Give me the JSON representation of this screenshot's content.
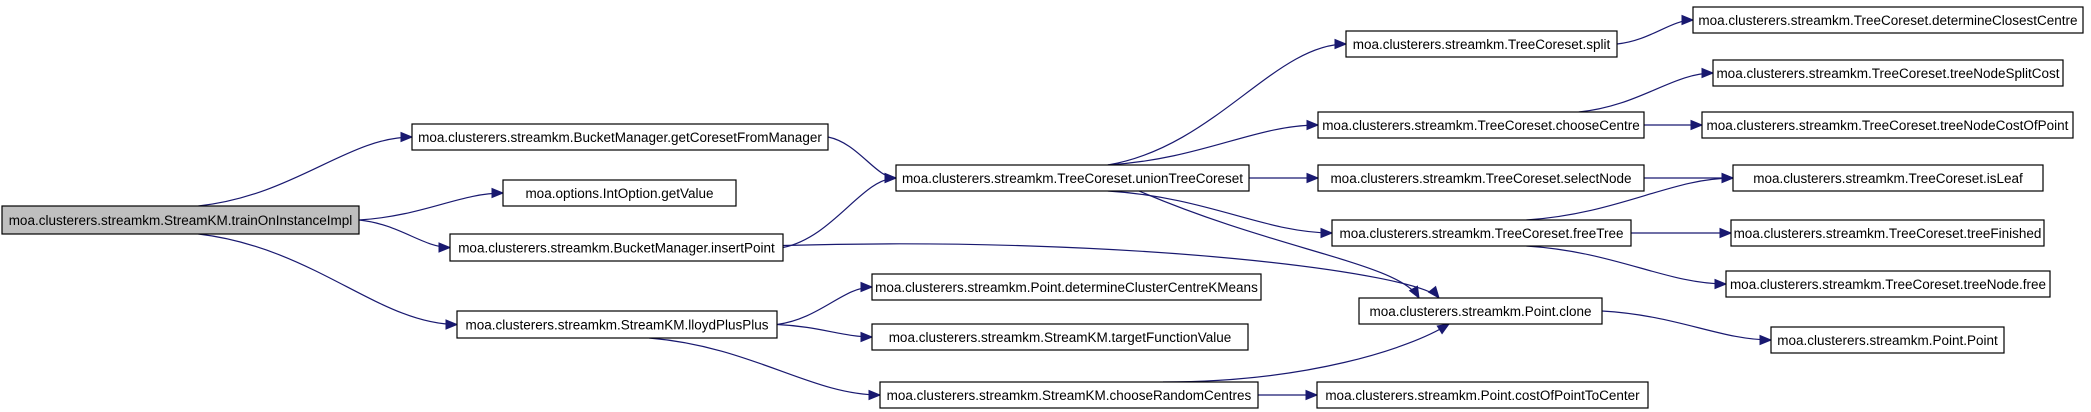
{
  "diagram": {
    "colors": {
      "edge": "#191970",
      "root_fill": "#bfbfbf",
      "node_fill": "#ffffff",
      "border": "#000000"
    },
    "nodes": [
      {
        "id": "n0",
        "label": "moa.clusterers.streamkm.StreamKM.trainOnInstanceImpl",
        "highlighted": true
      },
      {
        "id": "n1",
        "label": "moa.clusterers.streamkm.BucketManager.getCoresetFromManager"
      },
      {
        "id": "n2",
        "label": "moa.options.IntOption.getValue"
      },
      {
        "id": "n3",
        "label": "moa.clusterers.streamkm.BucketManager.insertPoint"
      },
      {
        "id": "n4",
        "label": "moa.clusterers.streamkm.StreamKM.lloydPlusPlus"
      },
      {
        "id": "n5",
        "label": "moa.clusterers.streamkm.TreeCoreset.unionTreeCoreset"
      },
      {
        "id": "n6",
        "label": "moa.clusterers.streamkm.Point.determineClusterCentreKMeans"
      },
      {
        "id": "n7",
        "label": "moa.clusterers.streamkm.StreamKM.targetFunctionValue"
      },
      {
        "id": "n8",
        "label": "moa.clusterers.streamkm.StreamKM.chooseRandomCentres"
      },
      {
        "id": "n9",
        "label": "moa.clusterers.streamkm.TreeCoreset.split"
      },
      {
        "id": "n10",
        "label": "moa.clusterers.streamkm.TreeCoreset.chooseCentre"
      },
      {
        "id": "n11",
        "label": "moa.clusterers.streamkm.TreeCoreset.selectNode"
      },
      {
        "id": "n12",
        "label": "moa.clusterers.streamkm.TreeCoreset.freeTree"
      },
      {
        "id": "n13",
        "label": "moa.clusterers.streamkm.Point.clone"
      },
      {
        "id": "n14",
        "label": "moa.clusterers.streamkm.Point.costOfPointToCenter"
      },
      {
        "id": "n15",
        "label": "moa.clusterers.streamkm.TreeCoreset.determineClosestCentre"
      },
      {
        "id": "n16",
        "label": "moa.clusterers.streamkm.TreeCoreset.treeNodeSplitCost"
      },
      {
        "id": "n17",
        "label": "moa.clusterers.streamkm.TreeCoreset.treeNodeCostOfPoint"
      },
      {
        "id": "n18",
        "label": "moa.clusterers.streamkm.TreeCoreset.isLeaf"
      },
      {
        "id": "n19",
        "label": "moa.clusterers.streamkm.TreeCoreset.treeFinished"
      },
      {
        "id": "n20",
        "label": "moa.clusterers.streamkm.TreeCoreset.treeNode.free"
      },
      {
        "id": "n21",
        "label": "moa.clusterers.streamkm.Point.Point"
      }
    ],
    "edges": [
      {
        "from": "n0",
        "to": "n1"
      },
      {
        "from": "n0",
        "to": "n2"
      },
      {
        "from": "n0",
        "to": "n3"
      },
      {
        "from": "n0",
        "to": "n4"
      },
      {
        "from": "n1",
        "to": "n5"
      },
      {
        "from": "n3",
        "to": "n5"
      },
      {
        "from": "n3",
        "to": "n13"
      },
      {
        "from": "n4",
        "to": "n6"
      },
      {
        "from": "n4",
        "to": "n7"
      },
      {
        "from": "n4",
        "to": "n8"
      },
      {
        "from": "n5",
        "to": "n9"
      },
      {
        "from": "n5",
        "to": "n10"
      },
      {
        "from": "n5",
        "to": "n11"
      },
      {
        "from": "n5",
        "to": "n12"
      },
      {
        "from": "n5",
        "to": "n13"
      },
      {
        "from": "n8",
        "to": "n13"
      },
      {
        "from": "n8",
        "to": "n14"
      },
      {
        "from": "n9",
        "to": "n15"
      },
      {
        "from": "n10",
        "to": "n16"
      },
      {
        "from": "n10",
        "to": "n17"
      },
      {
        "from": "n11",
        "to": "n18"
      },
      {
        "from": "n12",
        "to": "n18"
      },
      {
        "from": "n12",
        "to": "n19"
      },
      {
        "from": "n12",
        "to": "n20"
      },
      {
        "from": "n13",
        "to": "n21"
      }
    ]
  }
}
